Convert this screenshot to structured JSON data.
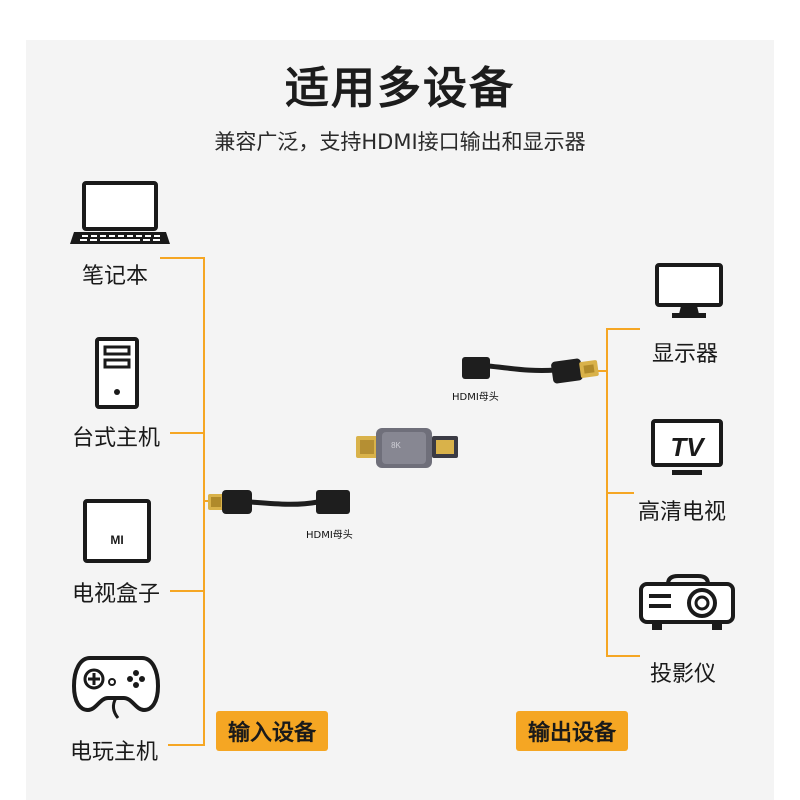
{
  "header": {
    "title": "适用多设备",
    "subtitle": "兼容广泛，支持HDMI接口输出和显示器"
  },
  "input_devices": [
    {
      "label": "笔记本",
      "icon": "laptop-icon"
    },
    {
      "label": "台式主机",
      "icon": "desktop-tower-icon"
    },
    {
      "label": "电视盒子",
      "icon": "tv-box-icon"
    },
    {
      "label": "电玩主机",
      "icon": "gamepad-icon"
    }
  ],
  "output_devices": [
    {
      "label": "显示器",
      "icon": "monitor-icon"
    },
    {
      "label": "高清电视",
      "icon": "tv-icon"
    },
    {
      "label": "投影仪",
      "icon": "projector-icon"
    }
  ],
  "badges": {
    "input": "输入设备",
    "output": "输出设备"
  },
  "cable_labels": {
    "top": "HDMI母头",
    "bottom": "HDMI母头"
  },
  "adapter": {
    "engraving": "8K"
  },
  "icon_glyphs": {
    "tv_box": "MI",
    "tv": "TV"
  },
  "colors": {
    "accent": "#f5a623",
    "background": "#f4f4f4",
    "adapter_body": "#6f6f7a",
    "plug_gold": "#d9b24a"
  }
}
